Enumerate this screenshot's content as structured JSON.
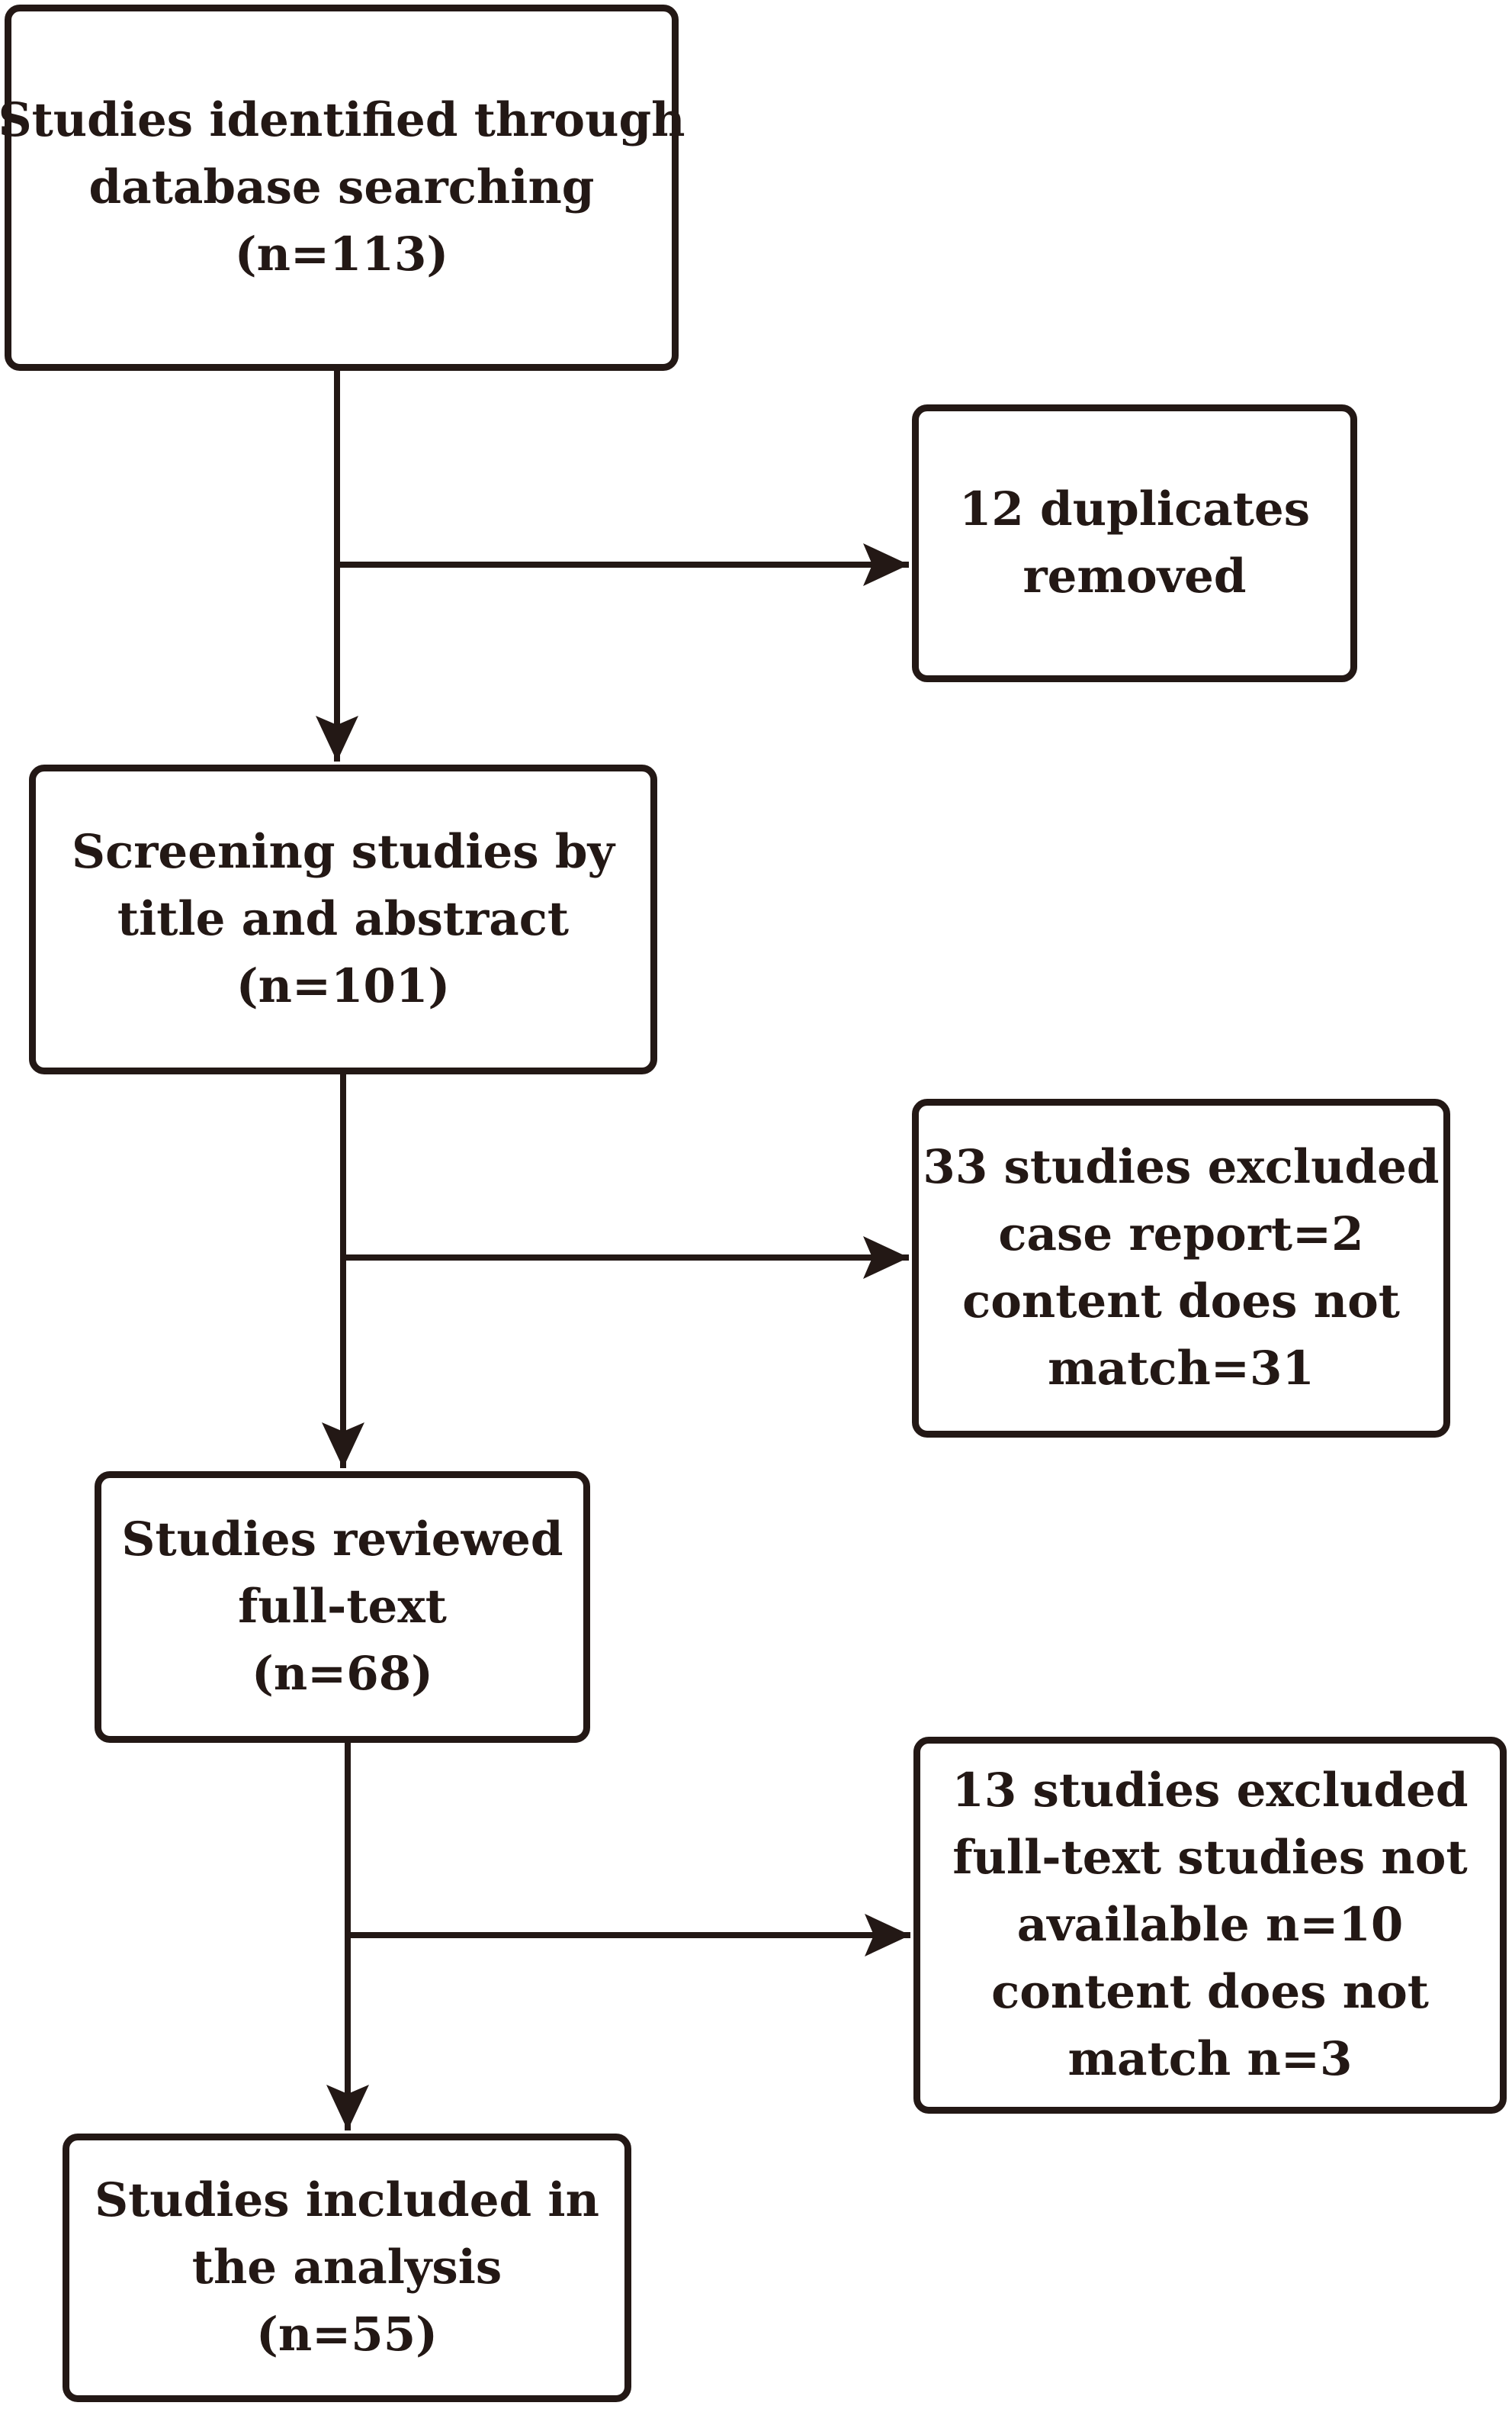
{
  "flowchart": {
    "nodes": [
      {
        "id": "b1",
        "lines": [
          "Studies identified through",
          "database searching",
          "(n=113)"
        ]
      },
      {
        "id": "b2",
        "lines": [
          "12 duplicates",
          "removed"
        ]
      },
      {
        "id": "b3",
        "lines": [
          "Screening studies by",
          "title and abstract",
          "(n=101)"
        ]
      },
      {
        "id": "b4",
        "lines": [
          "33 studies excluded",
          "case report=2",
          "content does not",
          "match=31"
        ]
      },
      {
        "id": "b5",
        "lines": [
          "Studies reviewed",
          "full-text",
          "(n=68)"
        ]
      },
      {
        "id": "b6",
        "lines": [
          "13 studies excluded",
          "full-text studies not",
          "available n=10",
          "content does not",
          "match n=3"
        ]
      },
      {
        "id": "b7",
        "lines": [
          "Studies included in",
          "the analysis",
          "(n=55)"
        ]
      }
    ],
    "edges": [
      {
        "from": "b1",
        "to": "b3"
      },
      {
        "from": "b1",
        "to": "b2"
      },
      {
        "from": "b3",
        "to": "b5"
      },
      {
        "from": "b3",
        "to": "b4"
      },
      {
        "from": "b5",
        "to": "b7"
      },
      {
        "from": "b5",
        "to": "b6"
      }
    ],
    "colors": {
      "stroke": "#231815",
      "background": "#ffffff"
    }
  }
}
